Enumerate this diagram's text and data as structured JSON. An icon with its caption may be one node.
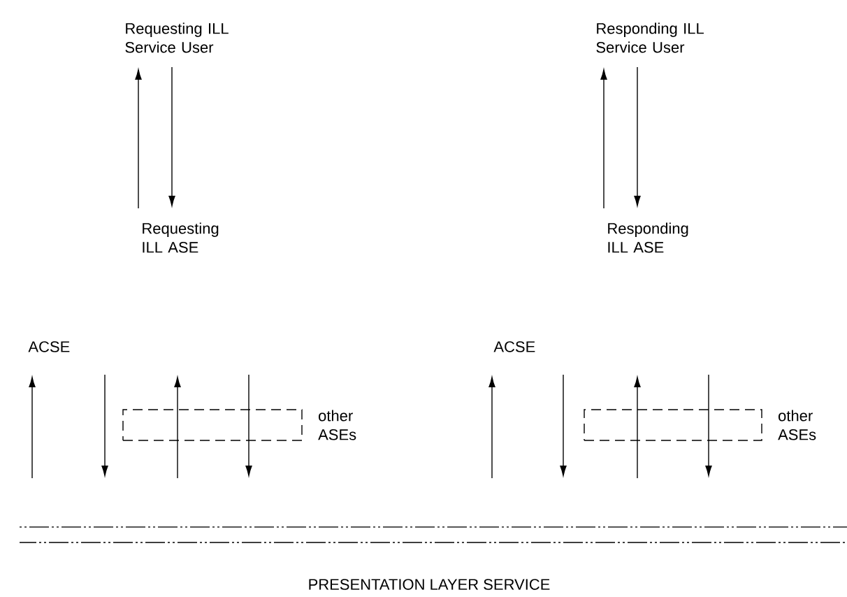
{
  "diagram": {
    "nodes": [
      {
        "text": [
          "Requesting ILL Service User"
        ]
      },
      {
        "text": [
          "Requesting ILL ASE"
        ]
      },
      {
        "text": [
          "Responding ILL Service User"
        ]
      },
      {
        "text": [
          "Responding ILL ASE"
        ]
      },
      {
        "text": [
          "other ASEs"
        ]
      },
      {
        "text": [
          "other ASEs"
        ]
      }
    ],
    "edges": [
      {
        "from": 1,
        "to": 0,
        "arrow": "to"
      },
      {
        "from": 0,
        "to": 1,
        "arrow": "to"
      },
      {
        "from": 3,
        "to": 2,
        "arrow": "to"
      },
      {
        "from": 2,
        "to": 3,
        "arrow": "to"
      }
    ],
    "labels": [
      "ACSE",
      "ACSE",
      "PRESENTATION LAYER SERVICE"
    ]
  }
}
